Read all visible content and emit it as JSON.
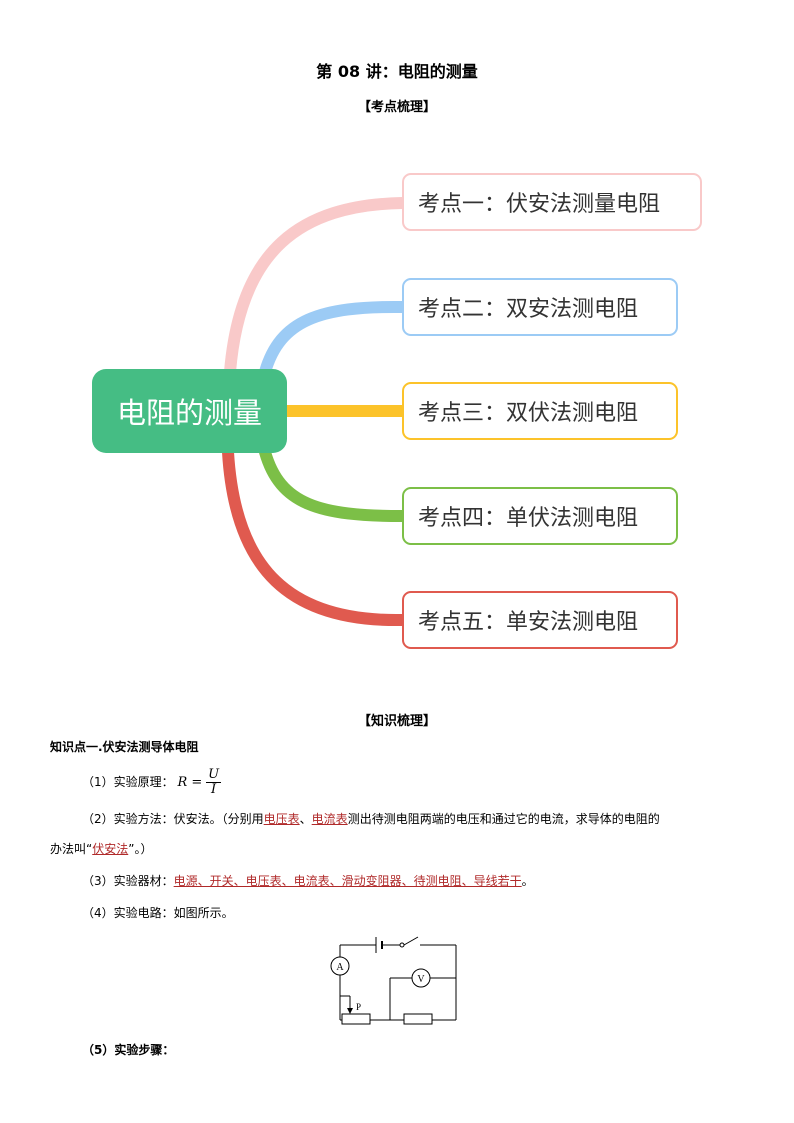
{
  "document": {
    "title": "第 08 讲：电阻的测量",
    "section_exam_points": "【考点梳理】",
    "section_knowledge": "【知识梳理】"
  },
  "mindmap": {
    "center": "电阻的测量",
    "topics": [
      {
        "label": "考点一：伏安法测量电阻",
        "color": "#f9c9c9"
      },
      {
        "label": "考点二：双安法测电阻",
        "color": "#9ccbf5"
      },
      {
        "label": "考点三：双伏法测电阻",
        "color": "#fcc32a"
      },
      {
        "label": "考点四：单伏法测电阻",
        "color": "#7cbf47"
      },
      {
        "label": "考点五：单安法测电阻",
        "color": "#e05a4f"
      }
    ],
    "center_color": "#45bd84"
  },
  "knowledge": {
    "point1_title": "知识点一.伏安法测导体电阻",
    "item1_prefix": "（1）实验原理：",
    "formula": {
      "lhs": "R =",
      "num": "U",
      "den": "I"
    },
    "item2_prefix": "（2）实验方法：伏安法。（分别用",
    "item2_u1": "电压表",
    "item2_sep": "、",
    "item2_u2": "电流表",
    "item2_rest": "测出待测电阻两端的电压和通过它的电流，求导体的电阻的",
    "item2_line2_prefix": "办法叫“",
    "item2_u3": "伏安法",
    "item2_line2_suffix": "”。）",
    "item3_prefix": "（3）实验器材：",
    "item3_materials": "电源、开关、电压表、电流表、滑动变阻器、待测电阻、导线若干",
    "item3_suffix": "。",
    "item4": "（4）实验电路：如图所示。",
    "item5": "（5）实验步骤："
  },
  "circuit": {
    "ammeter": "A",
    "voltmeter": "V",
    "slider": "P"
  }
}
